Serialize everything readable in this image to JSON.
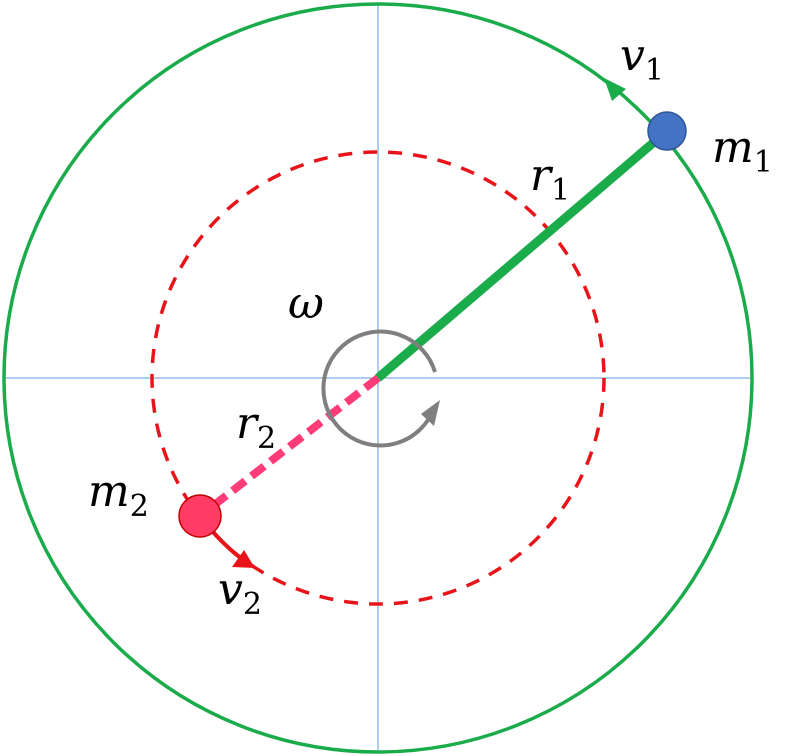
{
  "labels": {
    "v1": {
      "main": "v",
      "sub": "1"
    },
    "m1": {
      "main": "m",
      "sub": "1"
    },
    "r1": {
      "main": "r",
      "sub": "1"
    },
    "omega": {
      "main": "ω"
    },
    "r2": {
      "main": "r",
      "sub": "2"
    },
    "m2": {
      "main": "m",
      "sub": "2"
    },
    "v2": {
      "main": "v",
      "sub": "2"
    }
  },
  "colors": {
    "outer_orbit": "#1aab4b",
    "inner_orbit": "#e8141a",
    "axis": "#5b9bd5",
    "mass1": "#4472c4",
    "mass2": "#ff3c64",
    "radius1": "#1aab4b",
    "radius2": "#ff3c78",
    "rotation_arrow": "#7f7f7f"
  }
}
